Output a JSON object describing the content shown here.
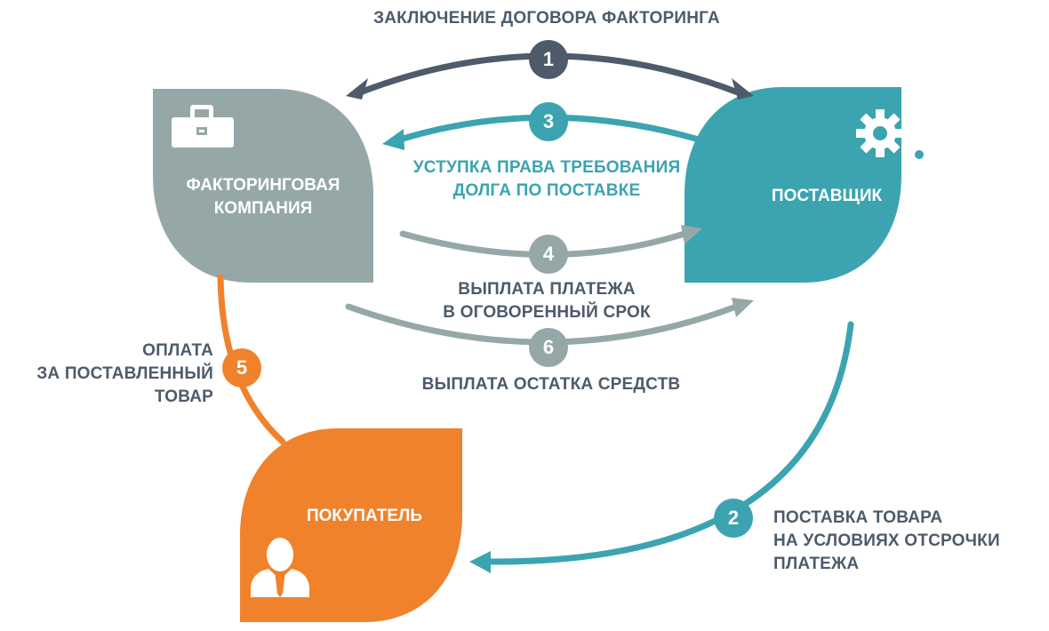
{
  "colors": {
    "dark": "#4d5b6a",
    "teal": "#3ba4b0",
    "gray": "#95a8a7",
    "orange": "#f0822c",
    "white": "#ffffff"
  },
  "nodes": {
    "factoring": {
      "title_lines": [
        "ФАКТОРИНГОВАЯ",
        "КОМПАНИЯ"
      ],
      "icon": "briefcase-icon"
    },
    "supplier": {
      "title": "ПОСТАВЩИК",
      "icon": "gears-icon"
    },
    "buyer": {
      "title": "ПОКУПАТЕЛЬ",
      "icon": "person-icon"
    }
  },
  "steps": [
    {
      "num": "1",
      "lines": [
        "ЗАКЛЮЧЕНИЕ ДОГОВОРА ФАКТОРИНГА"
      ]
    },
    {
      "num": "2",
      "lines": [
        "ПОСТАВКА ТОВАРА",
        "НА УСЛОВИЯХ ОТСРОЧКИ",
        "ПЛАТЕЖА"
      ]
    },
    {
      "num": "3",
      "lines": [
        "УСТУПКА ПРАВА ТРЕБОВАНИЯ",
        "ДОЛГА ПО ПОСТАВКЕ"
      ]
    },
    {
      "num": "4",
      "lines": [
        "ВЫПЛАТА ПЛАТЕЖА",
        "В ОГОВОРЕННЫЙ СРОК"
      ]
    },
    {
      "num": "5",
      "lines": [
        "ОПЛАТА",
        "ЗА ПОСТАВЛЕННЫЙ",
        "ТОВАР"
      ]
    },
    {
      "num": "6",
      "lines": [
        "ВЫПЛАТА ОСТАТКА СРЕДСТВ"
      ]
    }
  ]
}
